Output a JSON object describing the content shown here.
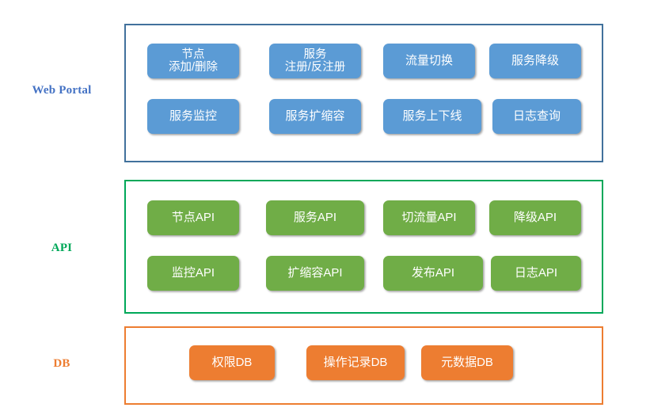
{
  "diagram": {
    "title": "Web Portal / API / DB layered architecture",
    "colors": {
      "blue_fill": "#5B9BD5",
      "blue_border": "#41719C",
      "blue_label": "#4472C4",
      "green_fill": "#70AD47",
      "green_border": "#00A859",
      "green_label": "#00A859",
      "orange_fill": "#ED7D31",
      "orange_border": "#ED7D31",
      "orange_label": "#ED7D31",
      "background": "#FFFFFF",
      "chip_text": "#FFFFFF"
    },
    "layers": [
      {
        "id": "web-portal",
        "label": "Web Portal",
        "rows": [
          [
            {
              "label": "节点\n添加/删除",
              "lines": 2
            },
            {
              "label": "服务\n注册/反注册",
              "lines": 2
            },
            {
              "label": "流量切换",
              "lines": 1
            },
            {
              "label": "服务降级",
              "lines": 1
            }
          ],
          [
            {
              "label": "服务监控",
              "lines": 1
            },
            {
              "label": "服务扩缩容",
              "lines": 1
            },
            {
              "label": "服务上下线",
              "lines": 1
            },
            {
              "label": "日志查询",
              "lines": 1
            }
          ]
        ]
      },
      {
        "id": "api",
        "label": "API",
        "rows": [
          [
            {
              "label": "节点API",
              "lines": 1
            },
            {
              "label": "服务API",
              "lines": 1
            },
            {
              "label": "切流量API",
              "lines": 1
            },
            {
              "label": "降级API",
              "lines": 1
            }
          ],
          [
            {
              "label": "监控API",
              "lines": 1
            },
            {
              "label": "扩缩容API",
              "lines": 1
            },
            {
              "label": "发布API",
              "lines": 1
            },
            {
              "label": "日志API",
              "lines": 1
            }
          ]
        ]
      },
      {
        "id": "db",
        "label": "DB",
        "rows": [
          [
            {
              "label": "权限DB",
              "lines": 1
            },
            {
              "label": "操作记录DB",
              "lines": 1
            },
            {
              "label": "元数据DB",
              "lines": 1
            }
          ]
        ]
      }
    ]
  }
}
